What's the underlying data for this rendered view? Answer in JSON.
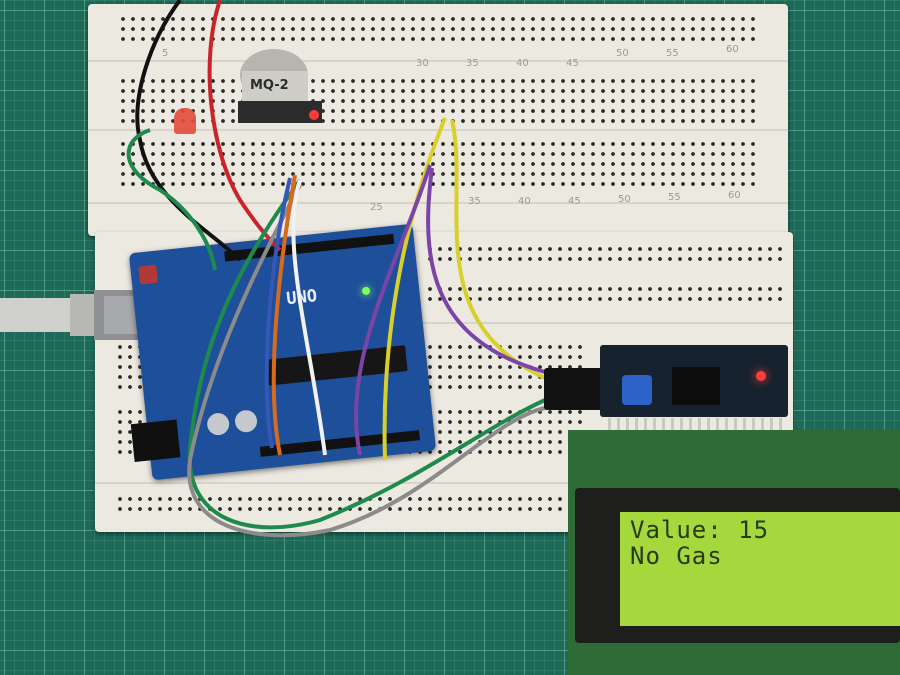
{
  "lcd": {
    "line1": "Value: 15",
    "line2": "No Gas"
  },
  "board": {
    "logo": "UNO"
  },
  "sensor": {
    "label": "MQ-2"
  },
  "breadboard": {
    "column_numbers_top": [
      "5",
      "30",
      "35",
      "40",
      "45",
      "50",
      "55",
      "60"
    ],
    "column_numbers_mid": [
      "25",
      "35",
      "40",
      "45",
      "50",
      "55",
      "60"
    ]
  },
  "colors": {
    "mat": "#1c6a57",
    "lcd_backlight": "#a4d83d",
    "board_blue": "#1d4f9a",
    "breadboard": "#ece9e1"
  }
}
